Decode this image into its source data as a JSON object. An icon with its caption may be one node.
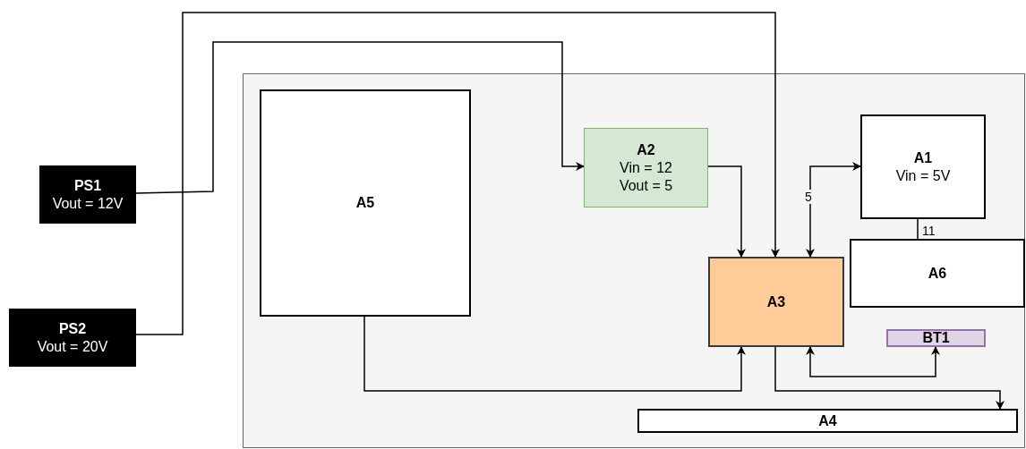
{
  "diagram": {
    "nodes": [
      {
        "text": [
          "PS1",
          "Vout = 12V"
        ]
      },
      {
        "text": [
          "PS2",
          "Vout = 20V"
        ]
      },
      {
        "text": [],
        "shape": "box"
      },
      {
        "text": [
          "A5"
        ],
        "in": 2
      },
      {
        "text": [
          "A2",
          "Vin = 12 Vout = 5"
        ],
        "in": 2
      },
      {
        "text": [
          "A1",
          "Vin = 5V"
        ],
        "in": 2
      },
      {
        "text": [
          "A3"
        ],
        "in": 2
      },
      {
        "text": [
          "A6"
        ],
        "in": 2
      },
      {
        "text": [
          "BT1"
        ],
        "in": 2
      },
      {
        "text": [
          "A4"
        ],
        "in": 2
      }
    ],
    "edges": [
      {
        "from": 0,
        "to": 4,
        "arrow": "to"
      },
      {
        "from": 1,
        "to": 6,
        "arrow": "to"
      },
      {
        "from": 4,
        "to": 6,
        "arrow": "to"
      },
      {
        "from": 6,
        "to": 5,
        "arrow": "both",
        "label": "5"
      },
      {
        "from": 5,
        "to": 7,
        "arrow": "none",
        "label": "11"
      },
      {
        "from": 3,
        "to": 6,
        "arrow": "to"
      },
      {
        "from": 6,
        "to": 8,
        "arrow": "both"
      },
      {
        "from": 6,
        "to": 9,
        "arrow": "to"
      }
    ]
  }
}
